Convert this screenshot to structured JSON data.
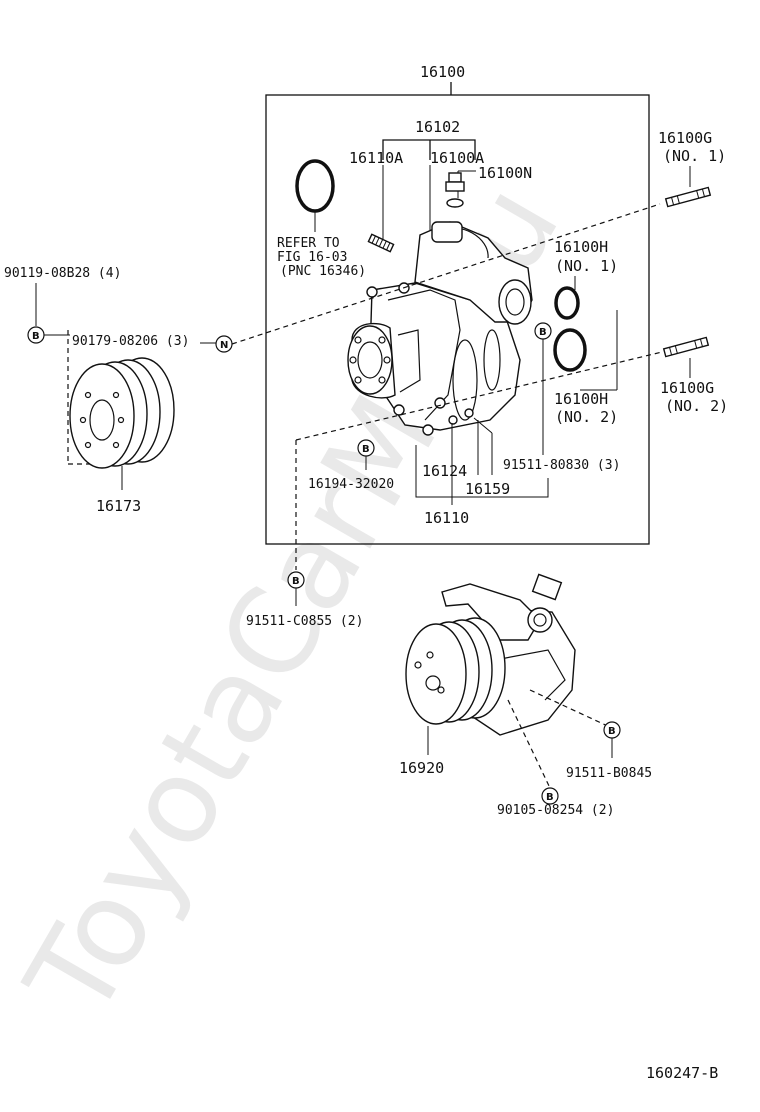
{
  "watermark": "ToyotaCarMC.ru",
  "figure_code": "160247-B",
  "assembly_number": "16100",
  "symbols": {
    "bolt": "B",
    "nut": "N"
  },
  "labels": {
    "p16102": "16102",
    "p16110A": "16110A",
    "p16100A": "16100A",
    "p16100N": "16100N",
    "refer_line1": "REFER TO",
    "refer_line2": "FIG 16-03",
    "refer_line3": "(PNC 16346)",
    "p16100G1": "16100G",
    "p16100G1_note": "(NO. 1)",
    "p16100H1": "16100H",
    "p16100H1_note": "(NO. 1)",
    "p16100H2": "16100H",
    "p16100H2_note": "(NO. 2)",
    "p16100G2": "16100G",
    "p16100G2_note": "(NO. 2)",
    "p90119": "90119-08B28 (4)",
    "p90179": "90179-08206 (3)",
    "p16173": "16173",
    "p16194": "16194-32020",
    "p16124": "16124",
    "p16159": "16159",
    "p91511_80830": "91511-80830 (3)",
    "p16110": "16110",
    "p91511_C0855": "91511-C0855 (2)",
    "p16920": "16920",
    "p91511_B0845": "91511-B0845",
    "p90105": "90105-08254 (2)"
  }
}
